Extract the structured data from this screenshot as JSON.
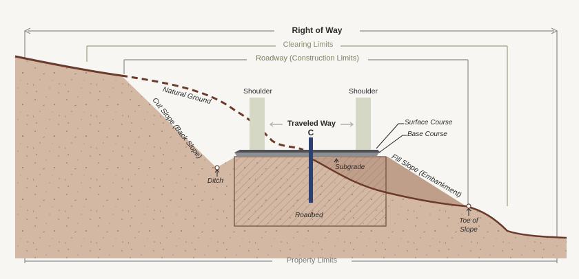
{
  "labels": {
    "right_of_way": "Right of Way",
    "clearing_limits": "Clearing Limits",
    "roadway_limits": "Roadway (Construction Limits)",
    "property_limits": "Property Limits",
    "natural_ground": "Natural Ground",
    "cut_slope": "Cut Slope (Back Slope)",
    "shoulder_left": "Shoulder",
    "shoulder_right": "Shoulder",
    "traveled_way": "Traveled Way",
    "centerline": "C",
    "surface_course": "Surface Course",
    "base_course": "Base Course",
    "subgrade": "Subgrade",
    "fill_slope": "Fill Slope (Embankment)",
    "ditch": "Ditch",
    "roadbed": "Roadbed",
    "toe_of_slope_line1": "Toe of",
    "toe_of_slope_line2": "Slope"
  },
  "colors": {
    "ground": "#d3b8a4",
    "ground_dark": "#b99a86",
    "ground_outline": "#6b3a2a",
    "sky": "#f7f6f3",
    "row_line": "#8a8a8a",
    "clearing_line": "#9a9d80",
    "shoulder_fill": "#d6d8c6",
    "surface": "#5a5c60",
    "base": "#8e8f93",
    "centerline": "#2c4170",
    "label_dark": "#2b2b2b",
    "label_grey": "#6e6e6e"
  },
  "icons": {
    "centerline_mark": "centerline-symbol-icon",
    "arrows": "dimension-arrow-icon"
  }
}
